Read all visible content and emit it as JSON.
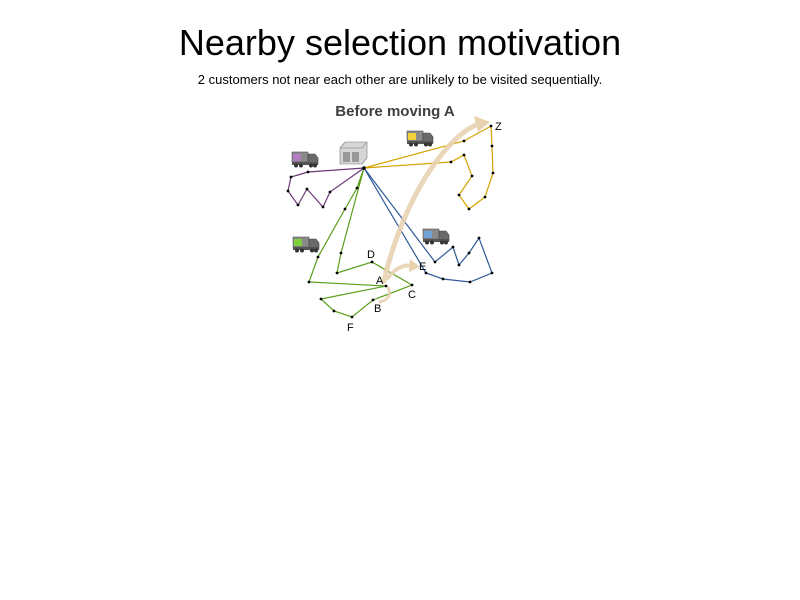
{
  "slide": {
    "title": "Nearby selection motivation",
    "subtitle": "2 customers not near each other are unlikely to be visited sequentially."
  },
  "figure": {
    "title": "Before moving A",
    "labels": {
      "A": "A",
      "B": "B",
      "C": "C",
      "D": "D",
      "E": "E",
      "F": "F",
      "Z": "Z"
    },
    "colors": {
      "purple_route": "#6b3a78",
      "yellow_route": "#d4a300",
      "blue_route": "#2f5a97",
      "green_route": "#5a9e1a",
      "arrow": "#e8d2b0"
    }
  }
}
